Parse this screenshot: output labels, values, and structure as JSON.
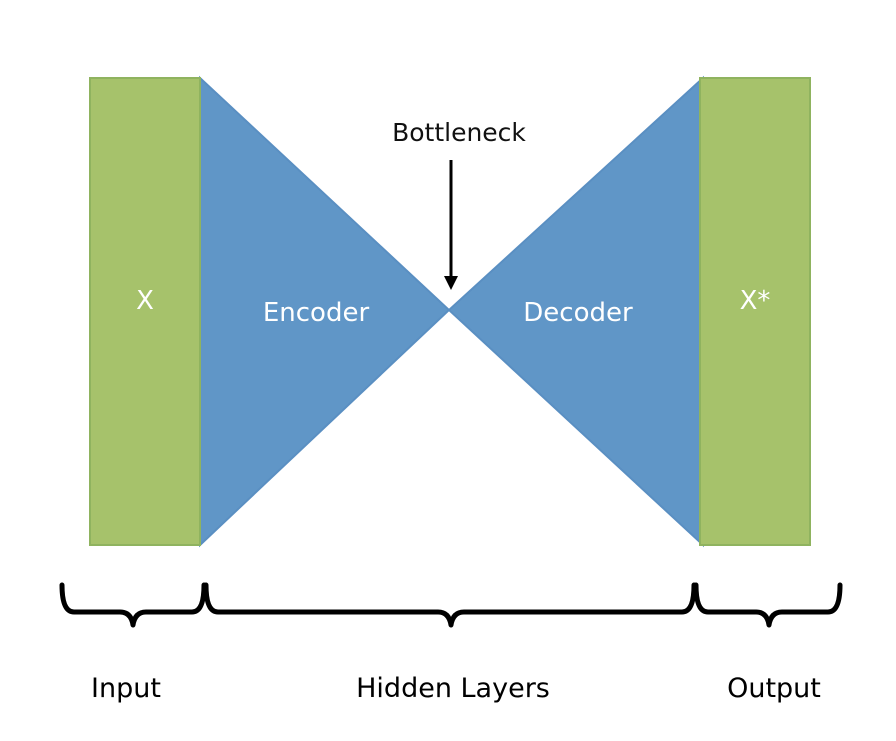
{
  "colors": {
    "input_output_fill": "#a6c26b",
    "input_output_stroke": "#8fb35f",
    "encoder_decoder_fill": "#6096c7",
    "encoder_decoder_stroke": "#5a8fc2",
    "background": "#ffffff",
    "ink": "#000000"
  },
  "blocks": {
    "input": {
      "text": "X"
    },
    "encoder": {
      "text": "Encoder"
    },
    "decoder": {
      "text": "Decoder"
    },
    "output": {
      "text": "X*"
    }
  },
  "annotations": {
    "bottleneck": "Bottleneck"
  },
  "braces": {
    "input": "Input",
    "hidden": "Hidden Layers",
    "output": "Output"
  }
}
